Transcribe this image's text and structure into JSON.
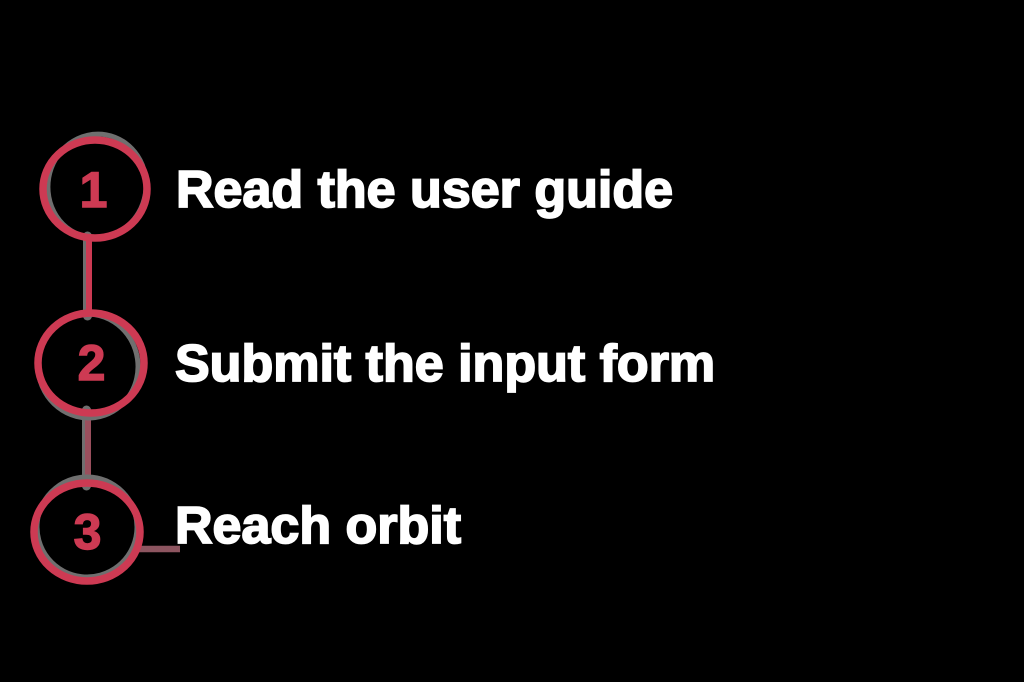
{
  "diagram": {
    "type": "numbered-steps",
    "colors": {
      "background": "#000000",
      "accent_red": "#cd3a53",
      "shadow_gray": "#6f6f6f",
      "muted_red": "#9a4f5d",
      "muted_mauve": "#8d5560",
      "label_white": "#ffffff"
    },
    "steps": [
      {
        "number": "1",
        "label": "Read the user guide"
      },
      {
        "number": "2",
        "label": "Submit the input form"
      },
      {
        "number": "3",
        "label": "Reach orbit"
      }
    ]
  }
}
